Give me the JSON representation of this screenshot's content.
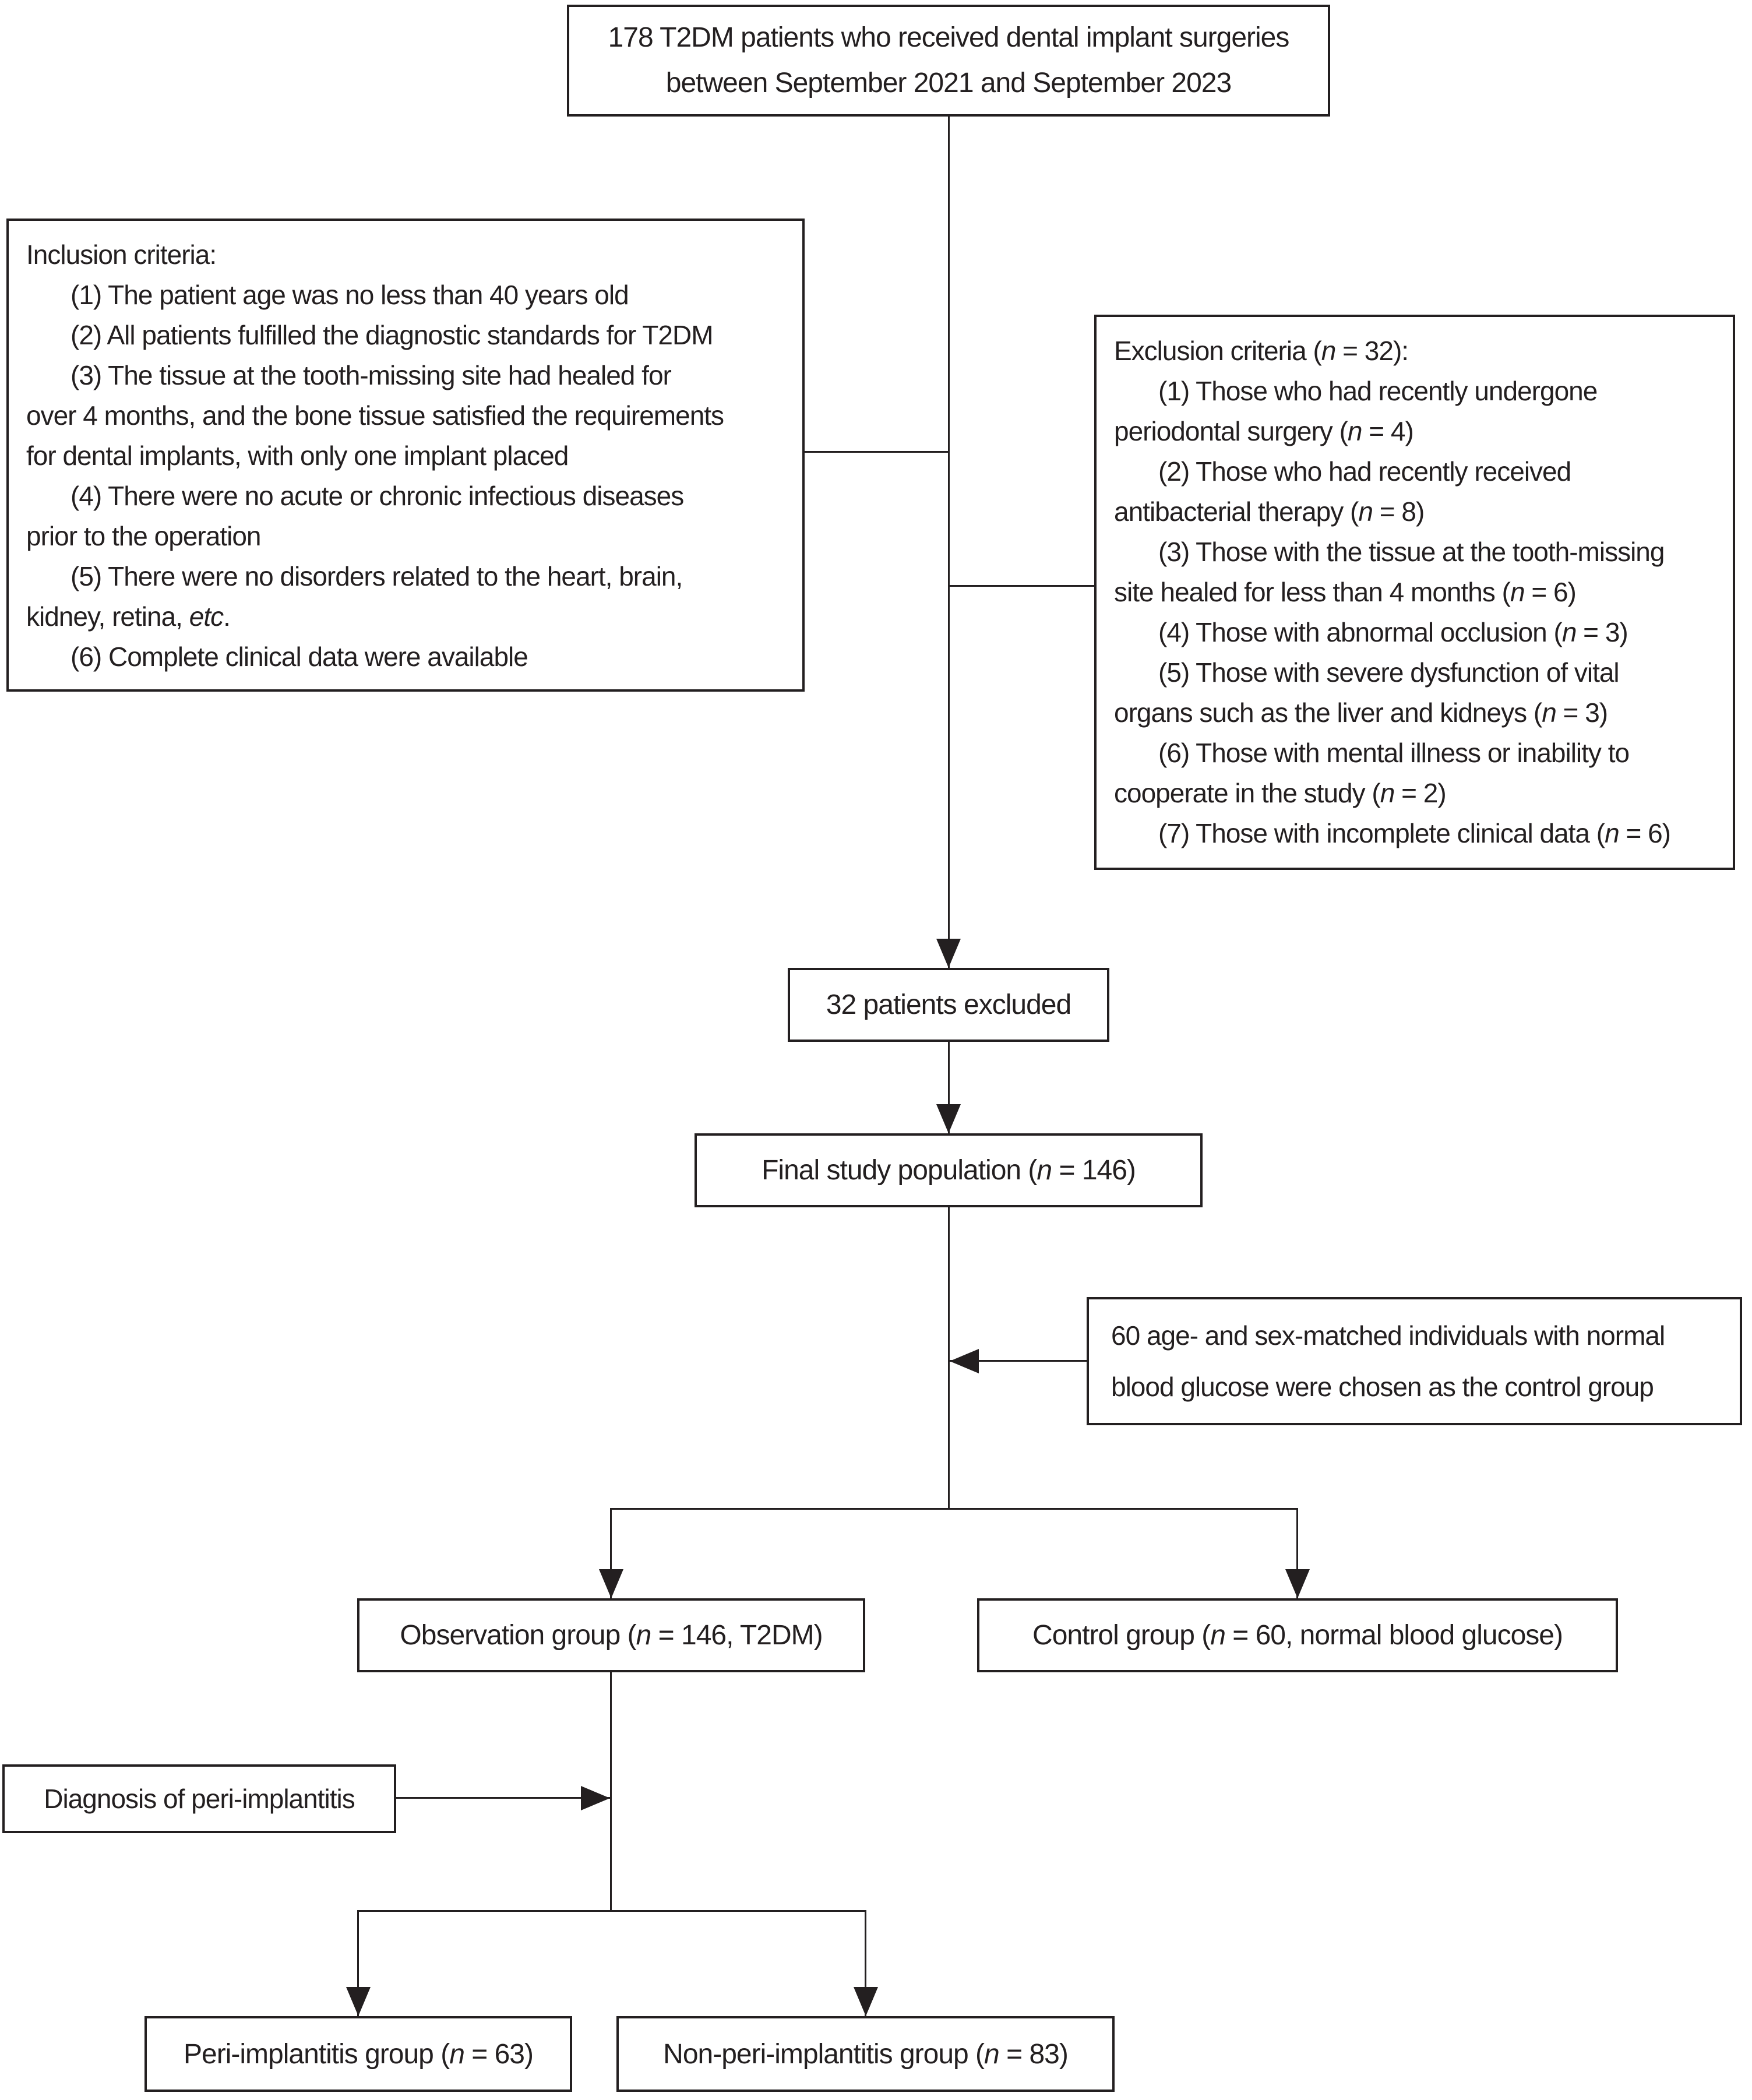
{
  "figure": {
    "ink_color": "#231f20",
    "top_box": {
      "lines": [
        "178 T2DM patients who received dental implant surgeries",
        "between September 2021 and September 2023"
      ]
    },
    "inclusion_box": {
      "lines": [
        "Inclusion criteria:",
        "(1) The patient age was no less than 40 years old",
        "(2) All patients fulfilled the diagnostic standards for T2DM",
        "(3) The tissue at the tooth-missing site had healed for",
        "over 4 months, and the bone tissue satisfied the requirements",
        "for dental implants, with only one implant placed",
        "(4) There were no acute or chronic infectious diseases",
        "prior to the operation",
        "(5) There were no disorders related to the heart, brain,",
        "kidney, retina, <i>etc</i>.",
        "(6) Complete clinical data were available"
      ]
    },
    "exclusion_box": {
      "lines": [
        "Exclusion criteria (<i>n</i> = 32):",
        "(1) Those who had recently undergone",
        "periodontal surgery (<i>n</i> = 4)",
        "(2) Those who had recently received",
        "antibacterial therapy (<i>n</i> = 8)",
        "(3) Those with the tissue at the tooth-missing",
        "site healed for less than 4 months (<i>n</i> = 6)",
        "(4) Those with abnormal occlusion (<i>n</i> = 3)",
        "(5) Those with severe dysfunction of vital",
        "organs such as the liver and kidneys (<i>n</i> = 3)",
        "(6) Those with mental illness or inability to",
        "cooperate in the study (<i>n</i> = 2)",
        "(7) Those with incomplete clinical data (<i>n</i> = 6)"
      ]
    },
    "excluded_box": {
      "label": "32 patients excluded"
    },
    "final_box": {
      "label": "Final study population (<i>n</i> = 146)"
    },
    "matched_box": {
      "lines": [
        "60 age- and sex-matched individuals with normal",
        "blood glucose were chosen as the control group"
      ]
    },
    "observation_box": {
      "label": "Observation group (<i>n</i> = 146, T2DM)"
    },
    "control_box": {
      "label": "Control group (<i>n</i> = 60, normal blood glucose)"
    },
    "diagnosis_box": {
      "label": "Diagnosis of peri-implantitis"
    },
    "peri_box": {
      "label": "Peri-implantitis group (<i>n</i> = 63)"
    },
    "nonperi_box": {
      "label": "Non-peri-implantitis group (<i>n</i> = 83)"
    }
  }
}
